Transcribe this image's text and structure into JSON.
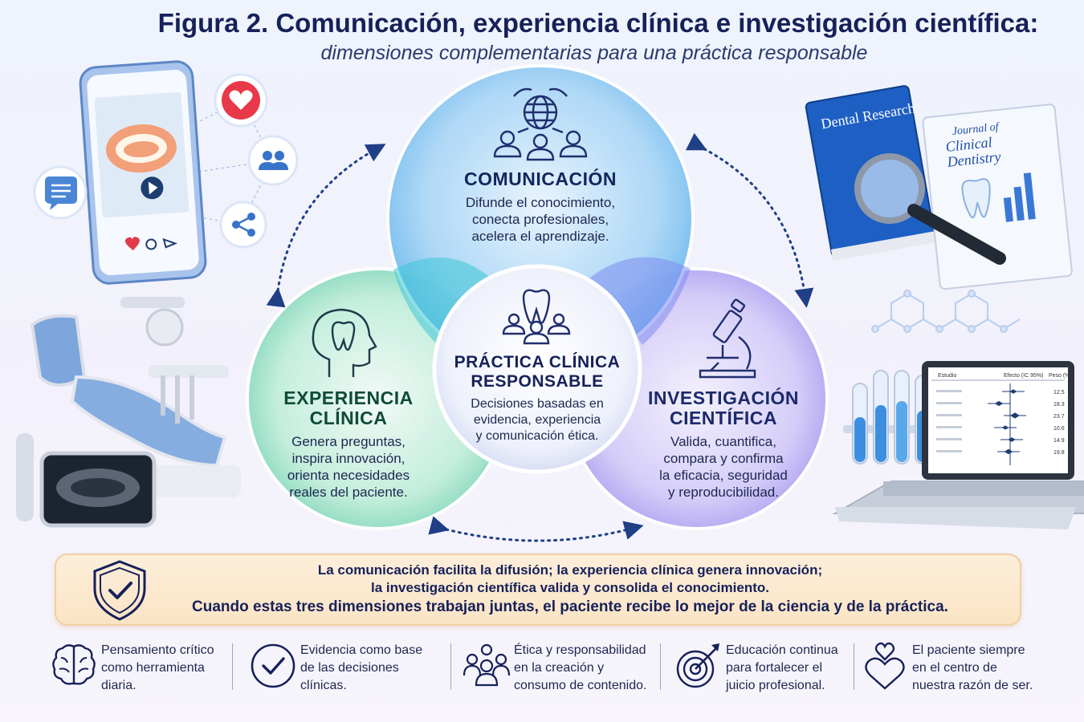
{
  "header": {
    "title": "Figura 2. Comunicación, experiencia clínica e investigación científica:",
    "subtitle": "dimensiones complementarias para una práctica responsable"
  },
  "circles": {
    "comunicacion": {
      "heading": "COMUNICACIÓN",
      "lines": [
        "Difunde el conocimiento,",
        "conecta profesionales,",
        "acelera el aprendizaje."
      ],
      "color": "#6bb8ee",
      "icon": "globe-people-icon"
    },
    "experiencia": {
      "heading_1": "EXPERIENCIA",
      "heading_2": "CLÍNICA",
      "lines": [
        "Genera preguntas,",
        "inspira innovación,",
        "orienta necesidades",
        "reales del paciente."
      ],
      "color": "#7ed6b8",
      "icon": "head-tooth-icon"
    },
    "investigacion": {
      "heading_1": "INVESTIGACIÓN",
      "heading_2": "CIENTÍFICA",
      "lines": [
        "Valida, cuantifica,",
        "compara y confirma",
        "la eficacia, seguridad",
        "y reproducibilidad."
      ],
      "color": "#a99bf0",
      "icon": "microscope-icon"
    },
    "center": {
      "heading_1": "PRÁCTICA CLÍNICA",
      "heading_2": "RESPONSABLE",
      "lines": [
        "Decisiones basadas en",
        "evidencia, experiencia",
        "y comunicación ética."
      ],
      "icon": "tooth-people-icon"
    }
  },
  "illustrations": {
    "books": {
      "book_1": "Dental Research",
      "book_2_line1": "Journal of",
      "book_2_line2": "Clinical",
      "book_2_line3": "Dentistry"
    },
    "laptop": {
      "col_study": "Estudio",
      "col_effect": "Efecto (IC 95%)",
      "col_weight": "Peso (%)",
      "weights": [
        "12.5",
        "18.3",
        "23.7",
        "10.6",
        "14.9",
        "19.8"
      ]
    }
  },
  "banner": {
    "line1": "La comunicación facilita la difusión; la experiencia clínica genera innovación;",
    "line2": "la investigación científica valida y consolida el conocimiento.",
    "line3": "Cuando estas tres dimensiones trabajan juntas, el paciente recibe lo mejor de la ciencia y de la práctica.",
    "icon": "shield-check-icon"
  },
  "footer": [
    {
      "icon": "brain-icon",
      "lines": [
        "Pensamiento crítico",
        "como herramienta",
        "diaria."
      ]
    },
    {
      "icon": "check-circle-icon",
      "lines": [
        "Evidencia como base",
        "de las decisiones",
        "clínicas."
      ]
    },
    {
      "icon": "people-group-icon",
      "lines": [
        "Ética y responsabilidad",
        "en la creación y",
        "consumo de contenido."
      ]
    },
    {
      "icon": "target-icon",
      "lines": [
        "Educación continua",
        "para fortalecer el",
        "juicio profesional."
      ]
    },
    {
      "icon": "hearts-icon",
      "lines": [
        "El paciente siempre",
        "en el centro de",
        "nuestra razón de ser."
      ]
    }
  ]
}
